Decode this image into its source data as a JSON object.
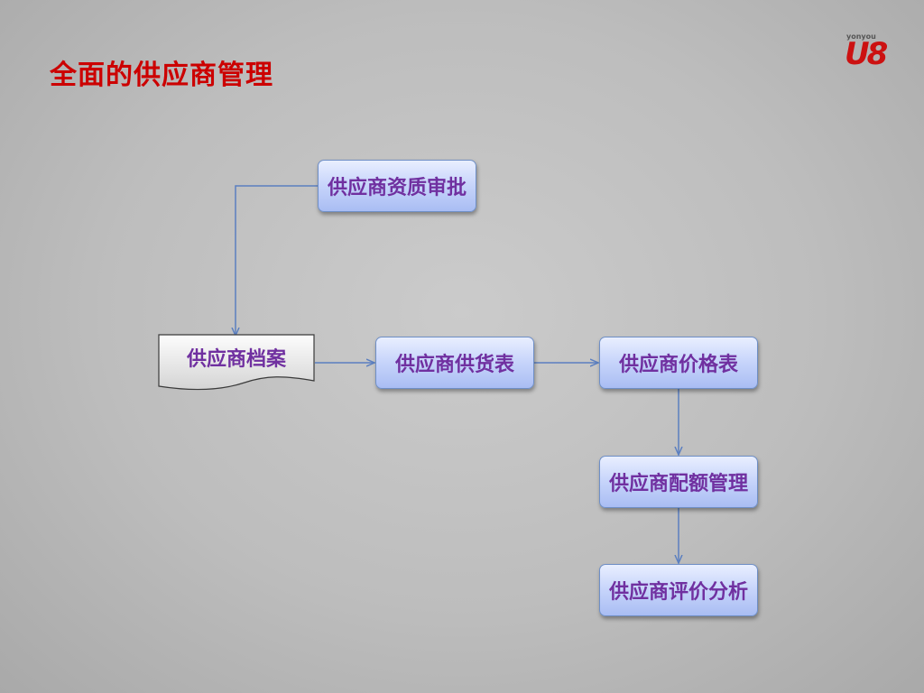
{
  "slide": {
    "title": "全面的供应商管理"
  },
  "logo": {
    "brand_small": "yonyou",
    "brand_main": "U8"
  },
  "nodes": {
    "approval": "供应商资质审批",
    "archive": "供应商档案",
    "supply_list": "供应商供货表",
    "price_list": "供应商价格表",
    "quota": "供应商配额管理",
    "evaluation": "供应商评价分析"
  },
  "colors": {
    "title": "#cc0000",
    "node_text": "#7030a0",
    "connector": "#5b7fc0",
    "logo": "#cc1111"
  }
}
